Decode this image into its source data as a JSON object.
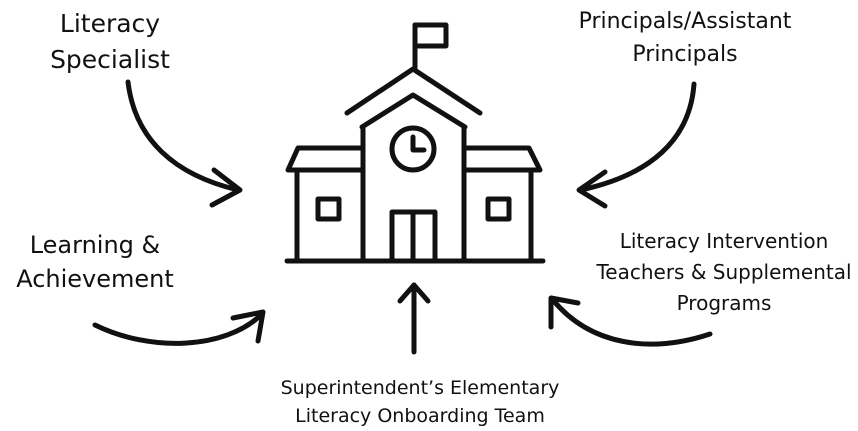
{
  "diagram": {
    "center_icon": "school-building-icon",
    "sources": [
      {
        "id": "literacy-specialist",
        "lines": [
          "Literacy",
          "Specialist"
        ]
      },
      {
        "id": "principals",
        "lines": [
          "Principals/Assistant",
          "Principals"
        ]
      },
      {
        "id": "learning-achievement",
        "lines": [
          "Learning &",
          "Achievement"
        ]
      },
      {
        "id": "intervention",
        "lines": [
          "Literacy Intervention",
          "Teachers & Supplemental",
          "Programs"
        ]
      },
      {
        "id": "superintendent",
        "lines": [
          "Superintendent’s Elementary",
          "Literacy Onboarding Team"
        ]
      }
    ],
    "colors": {
      "ink": "#111111",
      "background": "#ffffff"
    }
  }
}
